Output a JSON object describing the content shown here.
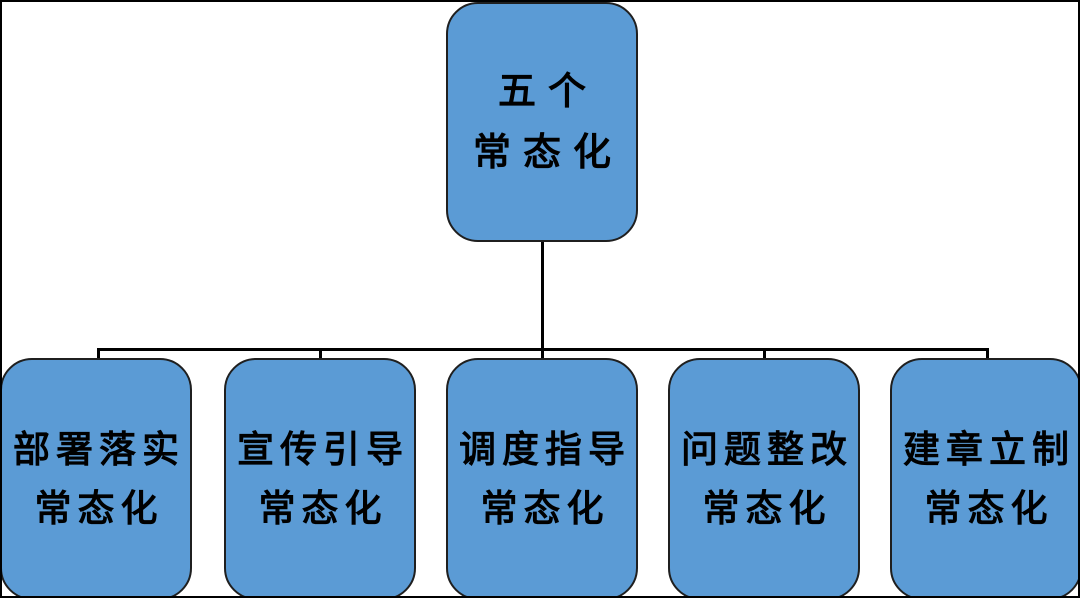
{
  "diagram": {
    "root": {
      "line1": "五个",
      "line2": "常态化"
    },
    "children": [
      {
        "line1": "部署落实",
        "line2": "常态化"
      },
      {
        "line1": "宣传引导",
        "line2": "常态化"
      },
      {
        "line1": "调度指导",
        "line2": "常态化"
      },
      {
        "line1": "问题整改",
        "line2": "常态化"
      },
      {
        "line1": "建章立制",
        "line2": "常态化"
      }
    ],
    "colors": {
      "node_fill": "#5b9bd5",
      "node_border": "#1f1f1f",
      "connector": "#000000",
      "background": "#ffffff"
    }
  }
}
